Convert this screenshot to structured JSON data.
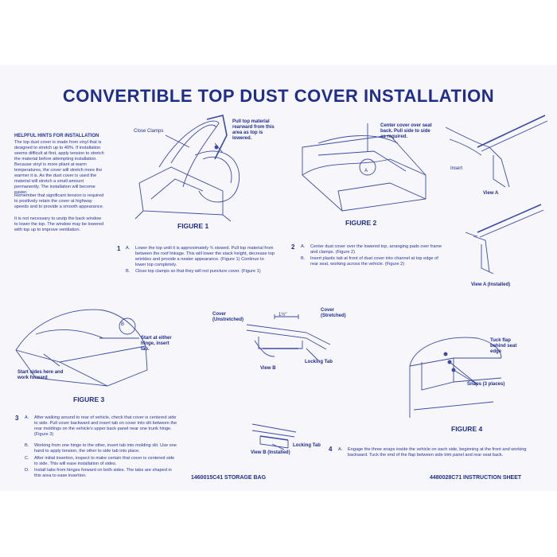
{
  "title": "CONVERTIBLE TOP DUST COVER INSTALLATION",
  "hints": {
    "heading": "HELPFUL HINTS FOR INSTALLATION",
    "p1": "The top dust cover is made from vinyl that is designed to stretch up to 40%. If installation seems difficult at first, apply tension to stretch the material before attempting installation. Because vinyl is more pliant at warm temperatures, the cover will stretch more the warmer it is. As the dust cover is used the material will stretch a small amount permanently. The installation will become easier.",
    "p2": "Remember that significant tension is required to positively retain the cover at highway speeds and to provide a smooth appearance.",
    "p3": "It is not necessary to unzip the back window to lower the top. The window may be lowered with top up to improve ventilation."
  },
  "figure1": {
    "label": "FIGURE 1",
    "callout_clamps": "Close Clamps",
    "callout_pull": "Pull top material rearward from this area as top is lowered."
  },
  "figure2": {
    "label": "FIGURE 2",
    "callout_center": "Center cover over seat back. Pull side to side as required.",
    "marker": "A"
  },
  "viewA": {
    "insert": "Insert",
    "label": "View A",
    "label_installed": "View A (Installed)"
  },
  "step1": {
    "num": "1",
    "a_letter": "A.",
    "a_text": "Lower the top until it is approximately ¾ stowed. Pull top material from between the roof linkage. This will lower the stack height, decrease top wrinkles and provide a neater appearance. (Figure 1) Continue to lower top completely.",
    "b_letter": "B.",
    "b_text": "Close top clamps so that they will not puncture cover. (Figure 1)"
  },
  "step2": {
    "num": "2",
    "a_letter": "A.",
    "a_text": "Center dust cover over the lowered top, arranging pads over frame and clamps. (Figure 2)",
    "b_letter": "B.",
    "b_text": "Insert plastic tab at front of dust cover into channel at top edge of rear seat, working across the vehicle. (Figure 2)"
  },
  "figure3": {
    "label": "FIGURE 3",
    "marker": "B",
    "callout_start": "Start at either hinge, insert tab.",
    "callout_sides": "Start sides here and work forward"
  },
  "viewB": {
    "cover_unstretched": "Cover (Unstretched)",
    "cover_stretched": "Cover (Stretched)",
    "dimension": "1½\"",
    "label": "View B",
    "locking_tab": "Locking Tab",
    "label_installed": "View B (Installed)",
    "locking_tab2": "Locking Tab"
  },
  "figure4": {
    "label": "FIGURE 4",
    "callout_tuck": "Tuck flap behind seat edge",
    "callout_snaps": "Snaps (3 places)"
  },
  "step3": {
    "num": "3",
    "a_letter": "A.",
    "a_text": "After walking around to rear of vehicle, check that cover is centered side to side. Pull cover backward and insert tab on cover into slit between the rear moldings on the vehicle's upper back panel near one trunk hinge. (Figure 3)",
    "b_letter": "B.",
    "b_text": "Working from one hinge to the other, insert tab into molding slit. Use one hand to apply tension, the other to side tab into place.",
    "c_letter": "C.",
    "c_text": "After initial insertion, inspect to make certain that cover is centered side to side. This will ease installation of sides.",
    "d_letter": "D.",
    "d_text": "Install tabs from hinges forward on both sides. The tabs are shaped in this area to ease insertion."
  },
  "step4": {
    "num": "4",
    "a_letter": "A.",
    "a_text": "Engage the three snaps inside the vehicle on each side, beginning at the front and working backward. Tuck the end of the flap between side trim panel and rear seat back."
  },
  "footer": {
    "left": "1460015C41 STORAGE BAG",
    "right": "4480028C71 INSTRUCTION SHEET"
  }
}
